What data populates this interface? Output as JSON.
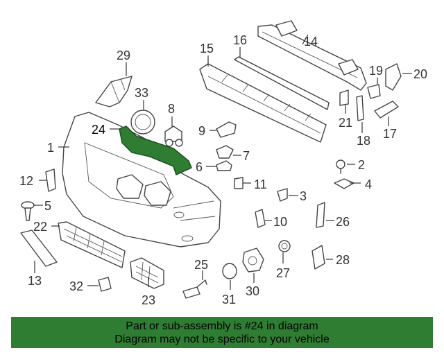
{
  "diagram": {
    "highlighted_part": "24",
    "highlight_color": "#2e7d32",
    "callouts": [
      "1",
      "2",
      "3",
      "4",
      "5",
      "6",
      "7",
      "8",
      "9",
      "10",
      "11",
      "12",
      "13",
      "14",
      "15",
      "16",
      "17",
      "18",
      "19",
      "20",
      "21",
      "22",
      "23",
      "24",
      "25",
      "26",
      "27",
      "28",
      "29",
      "30",
      "31",
      "32",
      "33"
    ]
  },
  "banner": {
    "line1": "Part or sub-assembly is #24 in diagram",
    "line2": "Diagram may not be specific to your vehicle",
    "background": "#2e7d32"
  }
}
